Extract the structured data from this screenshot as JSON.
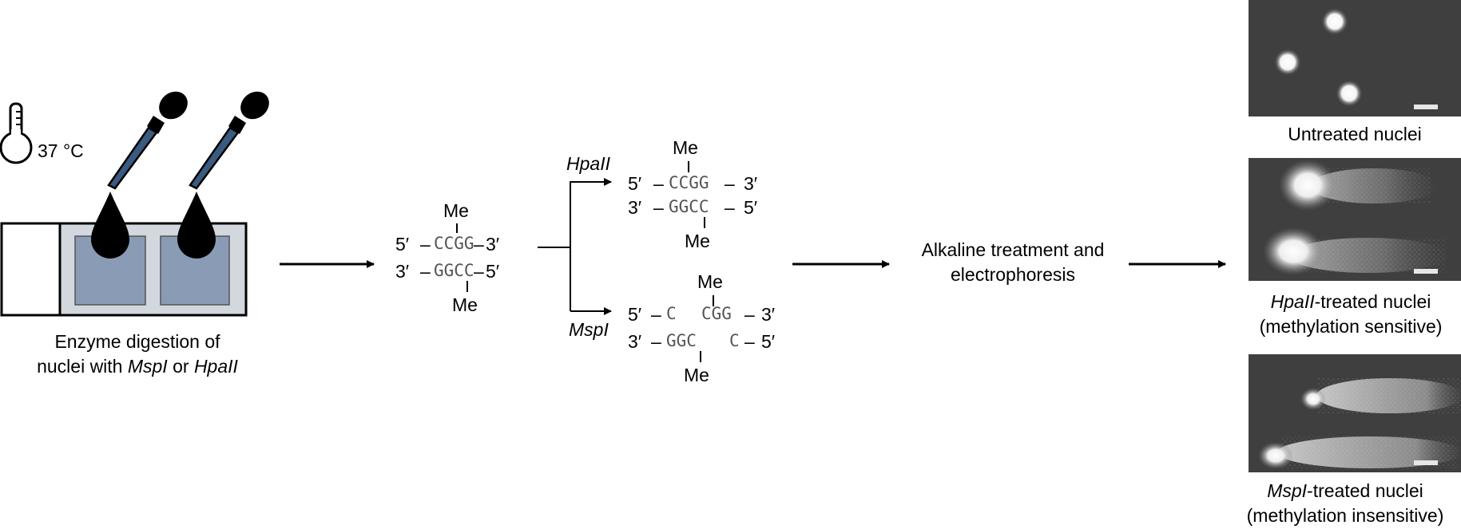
{
  "incubation": {
    "temperature": "37 °C"
  },
  "digestion_caption": {
    "line1": "Enzyme digestion of",
    "line2_pre": "nuclei with ",
    "enzyme_a": "MspI",
    "line2_mid": " or ",
    "enzyme_b": "HpaII"
  },
  "dna": {
    "methyl": "Me",
    "five": "5′",
    "three": "3′",
    "top_seq": "CCGG",
    "bottom_seq": "GGCC",
    "dash": "–",
    "hpaii_label": "HpaII",
    "mspi_label": "MspI",
    "mspi_top_left": "C",
    "mspi_top_right": "CGG",
    "mspi_bottom_left": "GGC",
    "mspi_bottom_right": "C"
  },
  "step_text": {
    "line1": "Alkaline treatment and",
    "line2": "electrophoresis"
  },
  "panels": [
    {
      "caption_italic": "",
      "caption_rest": "Untreated nuclei",
      "caption_line2": ""
    },
    {
      "caption_italic": "HpaII",
      "caption_rest": "-treated nuclei",
      "caption_line2": "(methylation sensitive)"
    },
    {
      "caption_italic": "MspI",
      "caption_rest": "-treated nuclei",
      "caption_line2": "(methylation insensitive)"
    }
  ],
  "colors": {
    "well_fill": "#8a9bb5",
    "tray_fill": "#d3d7de",
    "micrograph_bg": "#3f3f3f",
    "pipette_tip": "#3a5a80"
  }
}
